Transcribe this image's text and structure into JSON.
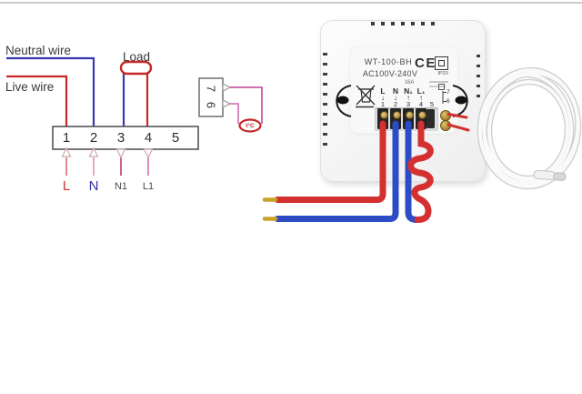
{
  "schematic": {
    "neutral_wire_label": "Neutral wire",
    "live_wire_label": "Live wire",
    "load_label": "Load",
    "terminal_numbers": [
      "1",
      "2",
      "3",
      "4",
      "5"
    ],
    "bottom_labels": [
      {
        "text": "L",
        "color": "#cc3333"
      },
      {
        "text": "N",
        "color": "#3434ab"
      },
      {
        "text": "N1",
        "color": "#4a4a4a"
      },
      {
        "text": "L1",
        "color": "#4a4a4a"
      }
    ],
    "sensor_terminal_numbers": [
      "7",
      "6"
    ],
    "sensor_label": "t°C",
    "wire_colors": {
      "live": "#c62828",
      "neutral": "#3838b0",
      "sensor_link": "#d168ae"
    }
  },
  "thermostat": {
    "model": "WT-100-BH",
    "voltage_rating": "AC100V-240V",
    "ce_mark": "CE",
    "ip_rating": "IP20",
    "current_rating": "16A",
    "terminal_letters": [
      "L",
      "N",
      "N₁",
      "L₁"
    ],
    "terminal_flow_arrows": [
      "↓",
      "↓",
      "↑",
      "↑"
    ],
    "terminal_numbers": [
      "1",
      "2",
      "3",
      "4",
      "5"
    ],
    "sensor_terminal_labels": [
      "7",
      "6"
    ],
    "wire_colors": {
      "live": "#d43030",
      "neutral": "#2b4cc4",
      "ferrule": "#c9a227"
    }
  }
}
